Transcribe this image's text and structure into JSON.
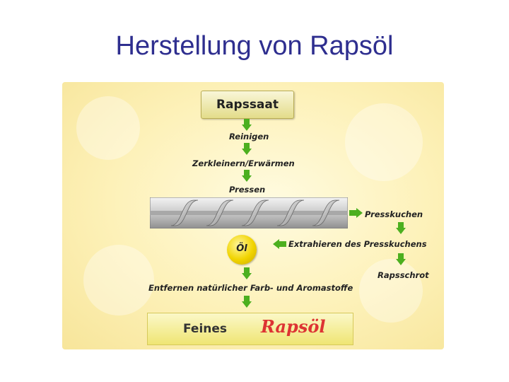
{
  "title": "Herstellung von Rapsöl",
  "diagram": {
    "start": "Rapssaat",
    "steps": [
      "Reinigen",
      "Zerkleinern/Erwärmen",
      "Pressen"
    ],
    "press_cake": "Presskuchen",
    "extraction": "Extrahieren des Presskuchens",
    "oil": "Öl",
    "meal": "Rapsschrot",
    "refining": "Entfernen natürlicher Farb- und Aromastoffe",
    "final_prefix": "Feines",
    "final_brand": "Rapsöl",
    "arrow_color": "#4caf1f"
  }
}
